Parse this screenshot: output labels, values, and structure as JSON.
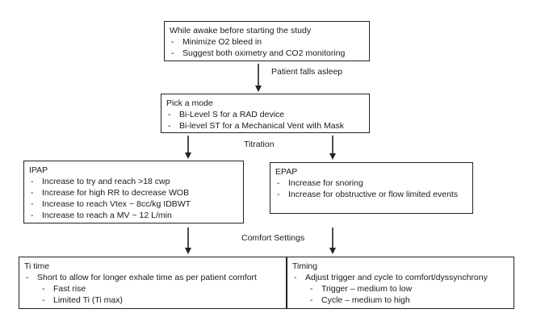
{
  "awake": {
    "title": "While awake before starting the study",
    "items": [
      "Minimize O2 bleed in",
      "Suggest both oximetry and CO2 monitoring"
    ]
  },
  "asleep_label": "Patient falls asleep",
  "mode": {
    "title": "Pick a mode",
    "items": [
      "Bi-Level S for a RAD device",
      "Bi-level ST for a Mechanical Vent with Mask"
    ]
  },
  "titration_label": "Titration",
  "ipap": {
    "title": "IPAP",
    "items": [
      "Increase to try and reach >18 cwp",
      "Increase for high RR to decrease WOB",
      "Increase to reach Vtex ~ 8cc/kg IDBWT",
      "Increase to reach a MV ~ 12 L/min"
    ]
  },
  "epap": {
    "title": "EPAP",
    "items": [
      "Increase for snoring",
      "Increase for obstructive or flow limited events"
    ]
  },
  "comfort_label": "Comfort Settings",
  "ti_time": {
    "title": "Ti time",
    "item": "Short to allow for longer exhale time as per patient comfort",
    "subitems": [
      "Fast rise",
      "Limited Ti (Ti max)"
    ]
  },
  "timing": {
    "title": "Timing",
    "item": "Adjust trigger and cycle to comfort/dyssynchrony",
    "subitems": [
      "Trigger – medium to low",
      "Cycle – medium to high"
    ]
  }
}
